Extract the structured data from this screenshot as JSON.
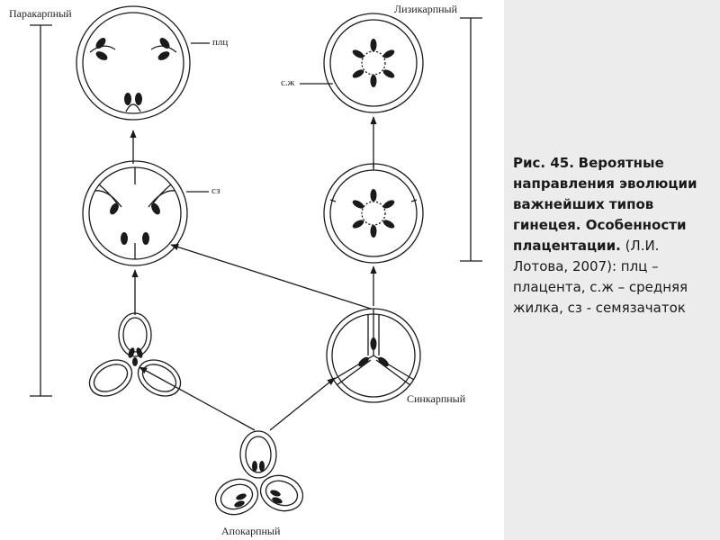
{
  "labels": {
    "paracarpous": "Паракарпный",
    "dizicarpous": "Лизикарпный",
    "placenta_abbr": "плц",
    "midrib_abbr": "с.ж",
    "ovule_abbr": "сз",
    "syncarpous": "Синкарпный",
    "apocarpous": "Апокарпный"
  },
  "caption": {
    "fig": "Рис. 45.",
    "bold_text": "Вероятные направления эволюции важнейших типов гинецея. Особенности плацентации.",
    "normal_text": "(Л.И. Лотова, 2007): плц – плацента, с.ж – средняя жилка, сз - семязачаток"
  },
  "colors": {
    "ink": "#1a1a1a",
    "caption_background": "#ececec"
  }
}
